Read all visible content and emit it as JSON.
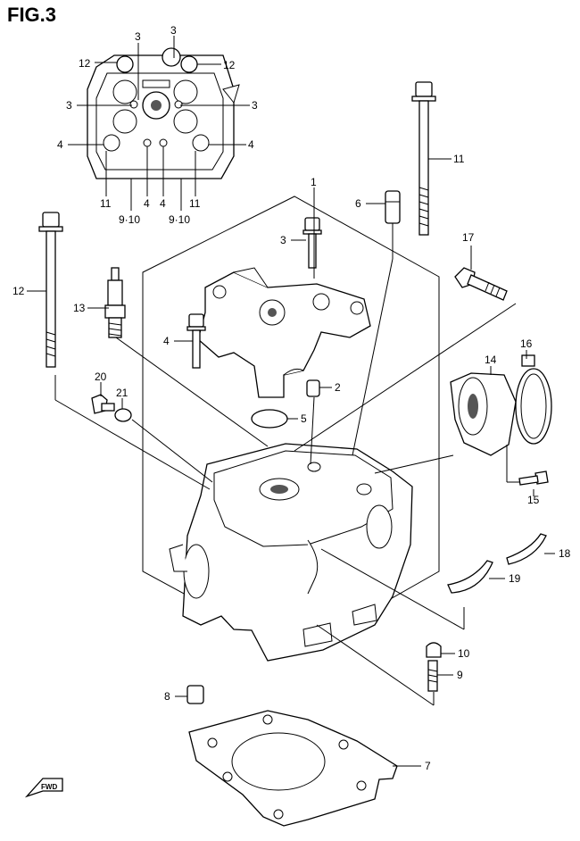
{
  "figure_title": "FIG.3",
  "fwd_text": "FWD",
  "callouts": [
    {
      "id": "top-12-left",
      "text": "12"
    },
    {
      "id": "top-3-left",
      "text": "3"
    },
    {
      "id": "top-3-mid",
      "text": "3"
    },
    {
      "id": "top-12-right",
      "text": "12"
    },
    {
      "id": "top-3-left-side",
      "text": "3"
    },
    {
      "id": "top-3-right-side",
      "text": "3"
    },
    {
      "id": "top-4-left",
      "text": "4"
    },
    {
      "id": "top-4-right",
      "text": "4"
    },
    {
      "id": "top-11-left",
      "text": "11"
    },
    {
      "id": "top-4-bottom-a",
      "text": "4"
    },
    {
      "id": "top-4-bottom-b",
      "text": "4"
    },
    {
      "id": "top-11-right",
      "text": "11"
    },
    {
      "id": "top-910-left",
      "text": "9·10"
    },
    {
      "id": "top-910-right",
      "text": "9·10"
    },
    {
      "id": "part-1",
      "text": "1"
    },
    {
      "id": "part-6",
      "text": "6"
    },
    {
      "id": "part-11",
      "text": "11"
    },
    {
      "id": "part-3",
      "text": "3"
    },
    {
      "id": "part-17",
      "text": "17"
    },
    {
      "id": "part-12",
      "text": "12"
    },
    {
      "id": "part-13",
      "text": "13"
    },
    {
      "id": "part-4",
      "text": "4"
    },
    {
      "id": "part-16",
      "text": "16"
    },
    {
      "id": "part-14",
      "text": "14"
    },
    {
      "id": "part-2",
      "text": "2"
    },
    {
      "id": "part-20",
      "text": "20"
    },
    {
      "id": "part-21",
      "text": "21"
    },
    {
      "id": "part-5",
      "text": "5"
    },
    {
      "id": "part-15",
      "text": "15"
    },
    {
      "id": "part-18",
      "text": "18"
    },
    {
      "id": "part-19",
      "text": "19"
    },
    {
      "id": "part-10",
      "text": "10"
    },
    {
      "id": "part-9",
      "text": "9"
    },
    {
      "id": "part-8",
      "text": "8"
    },
    {
      "id": "part-7",
      "text": "7"
    }
  ]
}
